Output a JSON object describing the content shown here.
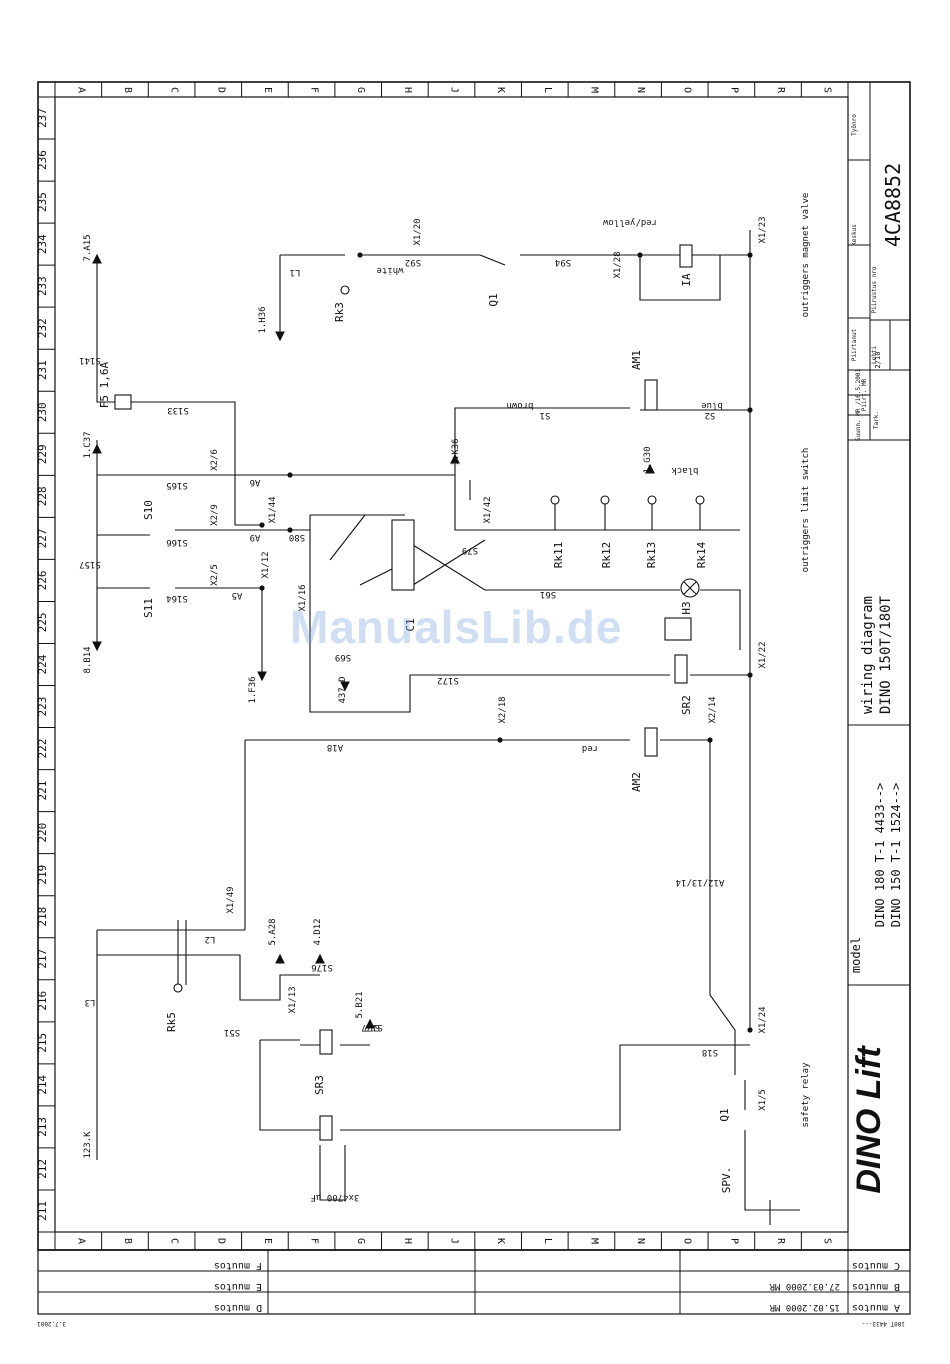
{
  "watermark": "ManualsLib.de",
  "columns": [
    "A",
    "B",
    "C",
    "D",
    "E",
    "F",
    "G",
    "H",
    "J",
    "K",
    "L",
    "M",
    "N",
    "O",
    "P",
    "R",
    "S"
  ],
  "rows": [
    "211",
    "212",
    "213",
    "214",
    "215",
    "216",
    "217",
    "218",
    "219",
    "220",
    "221",
    "222",
    "223",
    "224",
    "225",
    "226",
    "227",
    "228",
    "229",
    "230",
    "231",
    "232",
    "233",
    "234",
    "235",
    "236",
    "237"
  ],
  "title_block": {
    "document_no": "4CA8852",
    "sheet": "2/10",
    "title_line1": "wiring diagram",
    "title_line2": "DINO 150T/180T",
    "model_label": "model",
    "model_line1": "DINO 180 T-1  4433-->",
    "model_line2": "DINO 150 T-1  1524-->",
    "brand": "DINO Lift",
    "drawn": "Suunn. MR /16.5.2001",
    "fields": [
      "Piirt. MR",
      "Tark.",
      "Lehti",
      "Piirtanut",
      "Piirustus nro",
      "Keskus",
      "Työnro"
    ]
  },
  "revisions": [
    {
      "label": "A muutos",
      "date": "15.02.2000 MR"
    },
    {
      "label": "B muutos",
      "date": "27.03.2000 MR"
    },
    {
      "label": "C muutos",
      "date": ""
    },
    {
      "label": "D muutos",
      "date": ""
    },
    {
      "label": "E muutos",
      "date": ""
    },
    {
      "label": "F muutos",
      "date": ""
    }
  ],
  "footer": {
    "left": "3.7.2001",
    "right": "180T 4433---"
  },
  "labels": {
    "components": [
      "F5 1,6A",
      "S10",
      "S11",
      "Rk3",
      "Q1",
      "AM1",
      "AM2",
      "IA",
      "SR2",
      "SR3",
      "Rk5",
      "Rk11",
      "Rk12",
      "Rk13",
      "Rk14",
      "H3",
      "C1",
      "Q1",
      "SPV."
    ],
    "wires": [
      "S141",
      "S133",
      "S165",
      "S166",
      "S164",
      "S157",
      "A6",
      "A9",
      "A5",
      "S80",
      "S79",
      "S61",
      "S172",
      "S177",
      "S69",
      "A18",
      "A12/13/14",
      "S18",
      "S51",
      "S17",
      "S176",
      "S94",
      "S92",
      "S1",
      "S2",
      "L1",
      "L2",
      "L3"
    ],
    "terminals": [
      "X2/6",
      "X2/9",
      "X2/5",
      "X1/44",
      "X1/12",
      "X1/16",
      "X1/42",
      "X2/18",
      "X2/14",
      "X1/22",
      "X1/23",
      "X1/28",
      "X1/20",
      "X1/24",
      "X1/5",
      "X1/13",
      "X1/49"
    ],
    "refs": [
      "7.A15",
      "1.C37",
      "8.B14",
      "1.F36",
      "1.H36",
      "1.K36",
      "1.G30",
      "5.A28",
      "4.D12",
      "5.B21",
      "437.D",
      "123.K"
    ],
    "notes": [
      "outriggers magnet valve",
      "outriggers limit switch",
      "safety relay",
      "3x4700 µF",
      "red/yellow",
      "brown",
      "blue",
      "black",
      "red",
      "white"
    ]
  }
}
